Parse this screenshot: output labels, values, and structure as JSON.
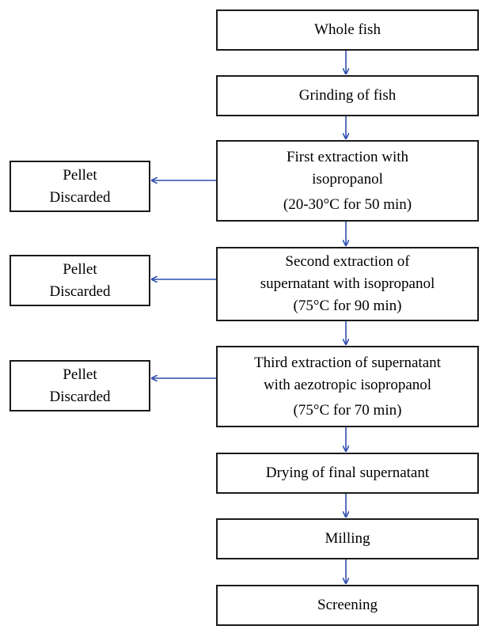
{
  "flow": {
    "whole_fish": "Whole fish",
    "grinding": "Grinding of fish",
    "first_extraction": {
      "line1": "First extraction with",
      "line2": "isopropanol",
      "line3": "(20-30°C for 50 min)"
    },
    "second_extraction": {
      "line1": "Second extraction of",
      "line2": "supernatant with isopropanol",
      "line3": "(75°C for 90 min)"
    },
    "third_extraction": {
      "line1": "Third extraction of supernatant",
      "line2": "with aezotropic isopropanol",
      "line3": "(75°C for 70 min)"
    },
    "drying": "Drying of final supernatant",
    "milling": "Milling",
    "screening": "Screening"
  },
  "side": {
    "pellet_1": {
      "line1": "Pellet",
      "line2": "Discarded"
    },
    "pellet_2": {
      "line1": "Pellet",
      "line2": "Discarded"
    },
    "pellet_3": {
      "line1": "Pellet",
      "line2": "Discarded"
    }
  },
  "colors": {
    "arrow": "#2f4fb0",
    "border": "#1a1a1a"
  }
}
